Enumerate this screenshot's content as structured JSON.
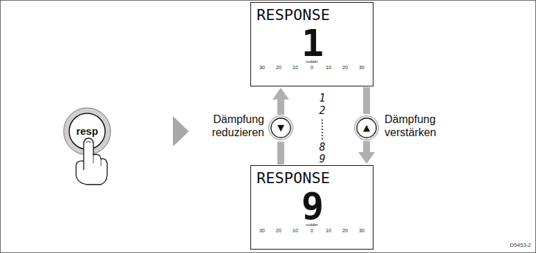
{
  "diagram": {
    "nodes": [
      {
        "text": [
          "resp"
        ]
      },
      {
        "text": [
          "RESPONSE",
          "1"
        ]
      },
      {
        "text": [
          "▼"
        ]
      },
      {
        "text": [
          "▲"
        ]
      },
      {
        "text": [
          "RESPONSE",
          "9"
        ]
      }
    ],
    "edges": [
      {
        "from": 4,
        "to": 2,
        "arrow": "none"
      },
      {
        "from": 2,
        "to": 1,
        "arrow": "to"
      },
      {
        "from": 1,
        "to": 3,
        "arrow": "none"
      },
      {
        "from": 3,
        "to": 4,
        "arrow": "to"
      }
    ],
    "labels": [
      "rudder",
      "30",
      "20",
      "10",
      "0",
      "10",
      "20",
      "30",
      "Dämpfung reduzieren",
      "1",
      "2",
      "8",
      "9",
      "Dämpfung verstärken",
      "rudder",
      "30",
      "20",
      "10",
      "0",
      "10",
      "20",
      "30",
      "D5453-2"
    ]
  }
}
